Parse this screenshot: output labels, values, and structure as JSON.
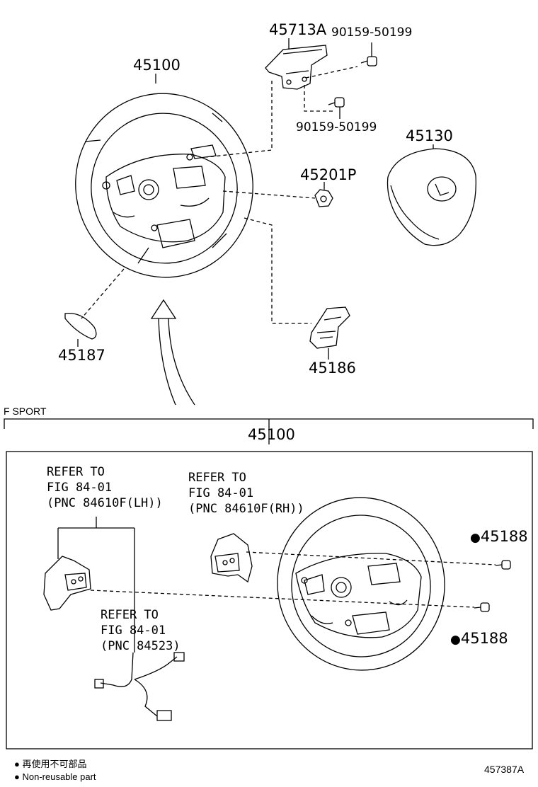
{
  "top": {
    "part_45100": "45100",
    "part_45713A": "45713A",
    "part_90159_a": "90159-50199",
    "part_90159_b": "90159-50199",
    "part_45130": "45130",
    "part_45201P": "45201P",
    "part_45187": "45187",
    "part_45186": "45186"
  },
  "fsport": {
    "section_label": "F SPORT",
    "part_45100": "45100",
    "refer_lh": [
      "REFER TO",
      "FIG 84-01",
      "(PNC 84610F(LH))"
    ],
    "refer_rh": [
      "REFER TO",
      "FIG 84-01",
      "(PNC 84610F(RH))"
    ],
    "refer_harness": [
      "REFER TO",
      "FIG 84-01",
      "(PNC 84523)"
    ],
    "part_45188_a": "45188",
    "part_45188_b": "45188",
    "nonreusable_symbol": "●"
  },
  "legend": {
    "symbol": "●",
    "line_jp": "再使用不可部品",
    "line_en": "Non-reusable part"
  },
  "diagram_code": "457387A"
}
